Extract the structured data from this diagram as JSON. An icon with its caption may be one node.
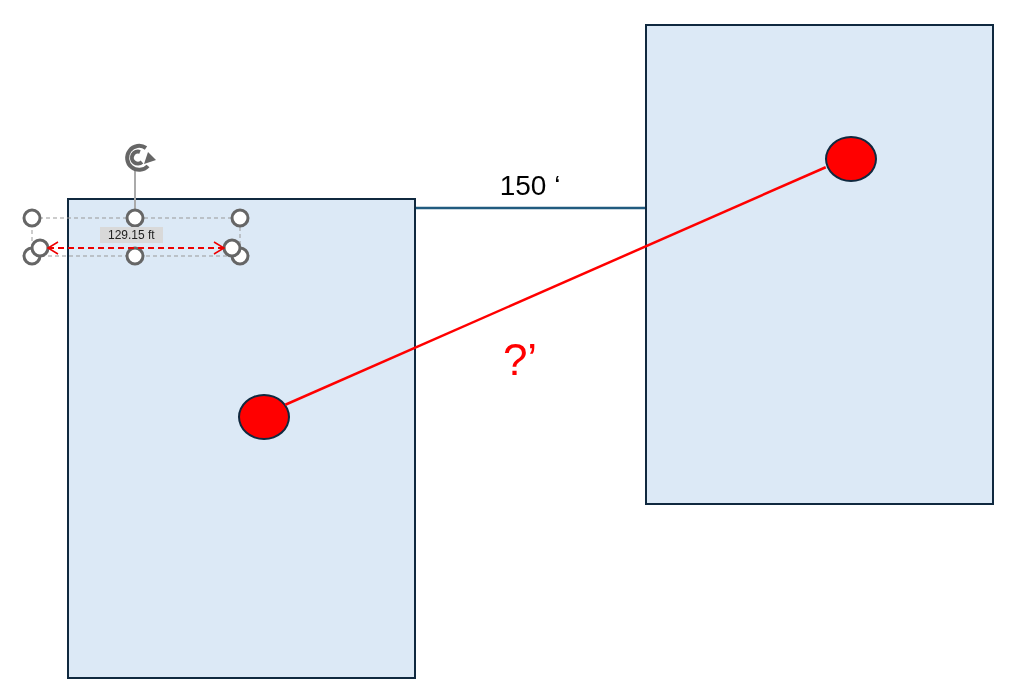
{
  "diagram": {
    "nodes": [
      {
        "text": [],
        "shape": "box"
      },
      {
        "text": [],
        "shape": "box"
      },
      {
        "text": [],
        "shape": "circle",
        "in": 0
      },
      {
        "text": [],
        "shape": "circle",
        "in": 1
      }
    ],
    "edges": [
      {
        "from": 0,
        "to": 1,
        "arrow": "none",
        "label": "150 ‘"
      },
      {
        "from": 2,
        "to": 3,
        "arrow": "none",
        "label": "?’",
        "color": "#ff0000"
      }
    ],
    "labels": [
      "129.15 ft"
    ]
  }
}
